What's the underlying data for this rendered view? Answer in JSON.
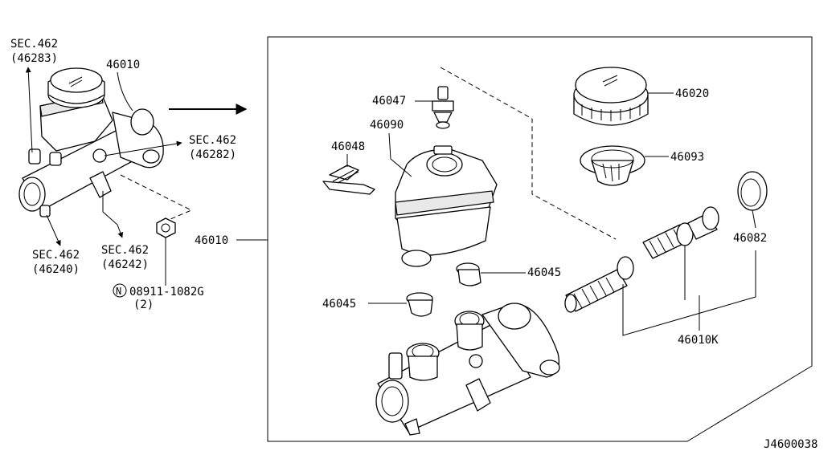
{
  "diagram": {
    "code": "J4600038",
    "left_assembly": {
      "part": "46010",
      "refs": {
        "sec_46283": {
          "sec": "SEC.462",
          "code": "(46283)"
        },
        "sec_46282": {
          "sec": "SEC.462",
          "code": "(46282)"
        },
        "sec_46240": {
          "sec": "SEC.462",
          "code": "(46240)"
        },
        "sec_46242": {
          "sec": "SEC.462",
          "code": "(46242)"
        }
      },
      "nut": {
        "symbol": "N",
        "part": "08911-1082G",
        "qty": "(2)"
      }
    },
    "exploded": {
      "main_part": "46010",
      "parts": {
        "p46047": "46047",
        "p46090": "46090",
        "p46048": "46048",
        "p46020": "46020",
        "p46093": "46093",
        "p46082": "46082",
        "p46045_right": "46045",
        "p46045_left": "46045",
        "p46010K": "46010K"
      }
    }
  }
}
